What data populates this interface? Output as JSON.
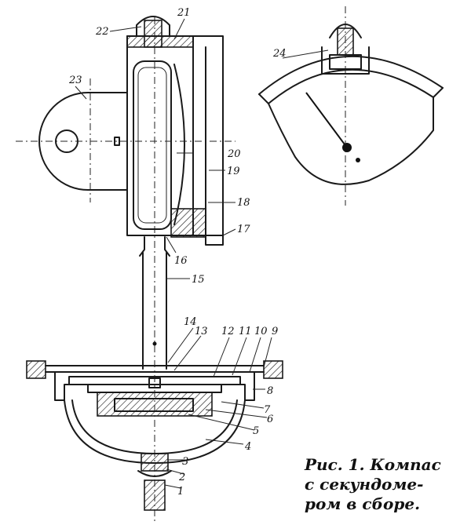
{
  "labels": {
    "l1": "1",
    "l2": "2",
    "l3": "3",
    "l4": "4",
    "l5": "5",
    "l6": "6",
    "l7": "7",
    "l8": "8",
    "l9": "9",
    "l10": "10",
    "l11": "11",
    "l12": "12",
    "l13": "13",
    "l14": "14",
    "l15": "15",
    "l16": "16",
    "l17": "17",
    "l18": "18",
    "l19": "19",
    "l20": "20",
    "l21": "21",
    "l22": "22",
    "l23": "23",
    "l24": "24"
  },
  "caption": {
    "line1": "Рис. 1. Компас",
    "line2": "с   секундоме-",
    "line3": "ром в сборе."
  }
}
